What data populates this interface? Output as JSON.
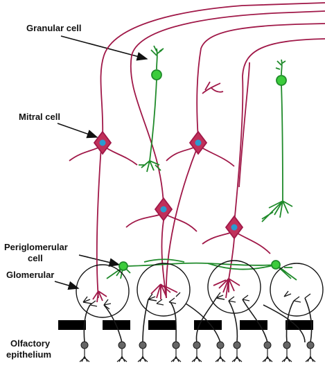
{
  "labels": {
    "granular_cell": "Granular cell",
    "mitral_cell": "Mitral cell",
    "periglomerular_line1": "Periglomerular",
    "periglomerular_line2": "cell",
    "glomerular": "Glomerular",
    "olfactory_line1": "Olfactory",
    "olfactory_line2": "epithelium"
  },
  "colors": {
    "mitral": "#a01848",
    "mitral_body": "#c0305a",
    "mitral_nucleus": "#2a9ad0",
    "granular": "#1f8a2a",
    "granular_body": "#3ccc3c",
    "receptor": "#1a1a1a",
    "receptor_body": "#666666",
    "plate": "#000000"
  }
}
